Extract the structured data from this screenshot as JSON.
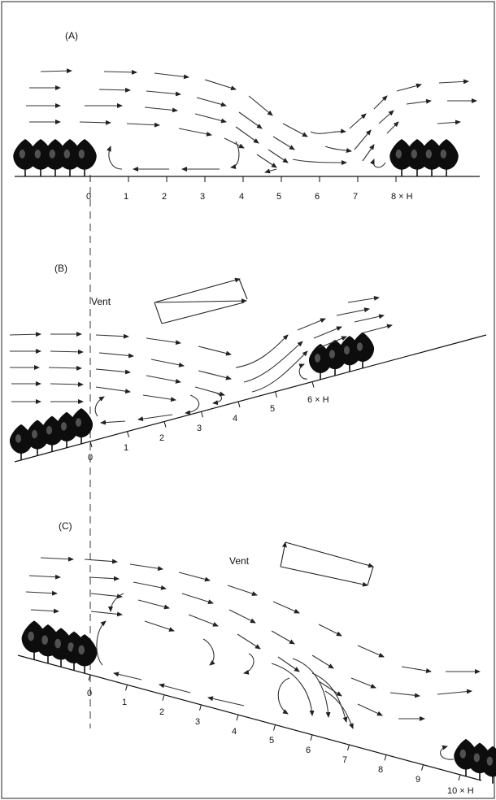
{
  "colors": {
    "ink": "#1a1a1a",
    "stream": "#333333",
    "tree": "#0d0d0d",
    "background": "#ffffff"
  },
  "panels": [
    {
      "label": "(A)",
      "ticks": [
        "0",
        "1",
        "2",
        "3",
        "4",
        "5",
        "6",
        "7"
      ],
      "end_label": "8 × H",
      "vent_label": ""
    },
    {
      "label": "(B)",
      "ticks": [
        "0",
        "1",
        "2",
        "3",
        "4",
        "5"
      ],
      "end_label": "6 × H",
      "vent_label": "Vent"
    },
    {
      "label": "(C)",
      "ticks": [
        "0",
        "1",
        "2",
        "3",
        "4",
        "5",
        "6",
        "7",
        "8",
        "9"
      ],
      "end_label": "10 × H",
      "vent_label": "Vent"
    }
  ],
  "icons": {
    "tree": "tree-icon",
    "eddy": "eddy-icon",
    "vent_vector": "wind-vector-triangle-icon"
  }
}
